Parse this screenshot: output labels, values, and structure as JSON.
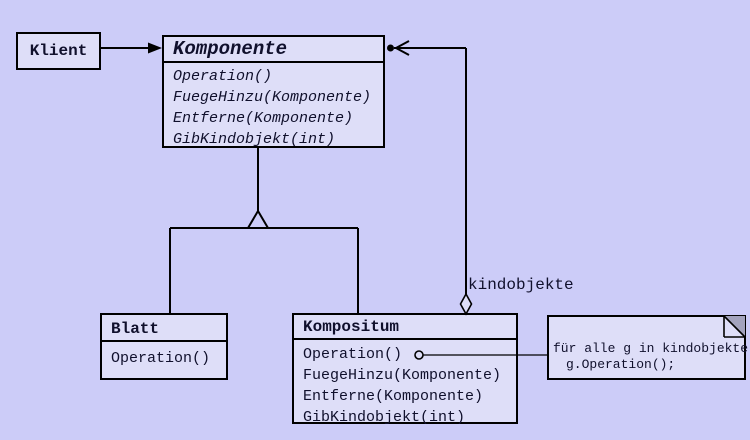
{
  "classes": {
    "klient": {
      "name": "Klient"
    },
    "komponente": {
      "name": "Komponente",
      "methods": [
        "Operation()",
        "FuegeHinzu(Komponente)",
        "Entferne(Komponente)",
        "GibKindobjekt(int)"
      ]
    },
    "blatt": {
      "name": "Blatt",
      "methods": [
        "Operation()"
      ]
    },
    "kompositum": {
      "name": "Kompositum",
      "methods": [
        "Operation()",
        "FuegeHinzu(Komponente)",
        "Entferne(Komponente)",
        "GibKindobjekt(int)"
      ]
    }
  },
  "labels": {
    "aggregation_role": "kindobjekte"
  },
  "note": {
    "line1": "für alle g in kindobjekte",
    "line2": "g.Operation();"
  },
  "colors": {
    "background": "#ccccf8",
    "box_fill": "#dedef8",
    "line": "#000000",
    "text": "#10102c",
    "note_fold": "#a3a3bd"
  }
}
